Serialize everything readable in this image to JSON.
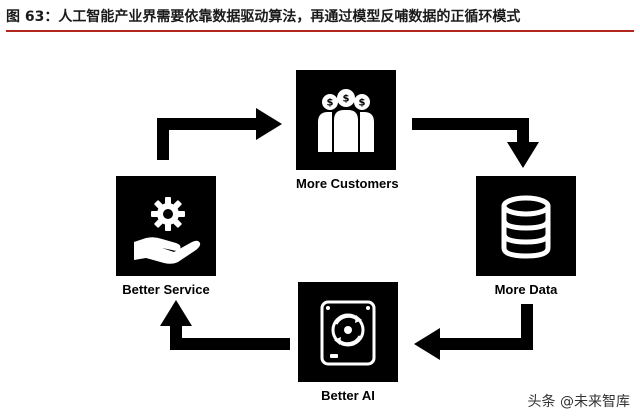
{
  "figure": {
    "title": "图 63：人工智能产业界需要依靠数据驱动算法，再通过模型反哺数据的正循环模式"
  },
  "cycle": {
    "nodes": [
      {
        "label": "More Customers",
        "icon": "customers-money-icon"
      },
      {
        "label": "More Data",
        "icon": "database-icon"
      },
      {
        "label": "Better AI",
        "icon": "ai-drive-icon"
      },
      {
        "label": "Better Service",
        "icon": "service-gear-hand-icon"
      }
    ]
  },
  "watermark": {
    "text": "头条 @未来智库"
  },
  "colors": {
    "box": "#000000",
    "arrow": "#000000",
    "rule": "#b3261e"
  }
}
